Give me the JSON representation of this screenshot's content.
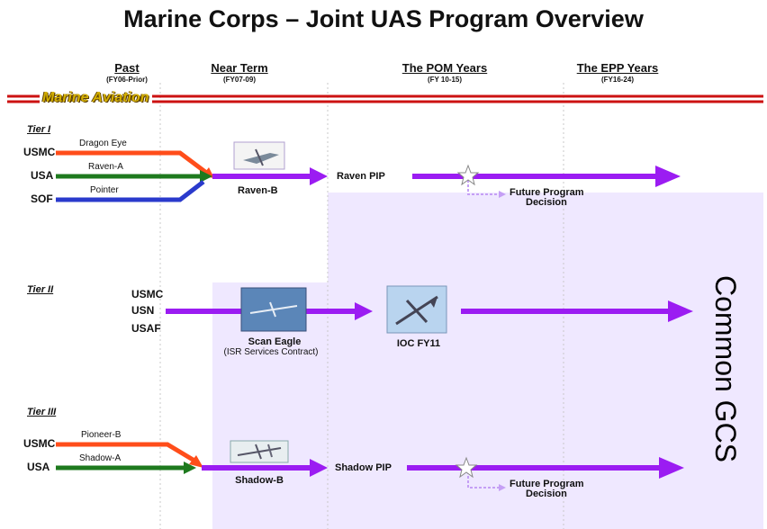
{
  "title": "Marine Corps – Joint UAS Program Overview",
  "columns": [
    {
      "label": "Past",
      "sub": "(FY06-Prior)"
    },
    {
      "label": "Near Term",
      "sub": "(FY07-09)"
    },
    {
      "label": "The POM Years",
      "sub": "(FY 10-15)"
    },
    {
      "label": "The EPP Years",
      "sub": "(FY16-24)"
    }
  ],
  "marine_aviation": "Marine Aviation",
  "tier1": {
    "label": "Tier I",
    "services": [
      "USMC",
      "USA",
      "SOF"
    ],
    "systems": [
      "Dragon Eye",
      "Raven-A",
      "Pointer"
    ],
    "near_term_system": "Raven-B",
    "pip": "Raven PIP",
    "decision_line1": "Future Program",
    "decision_line2": "Decision"
  },
  "tier2": {
    "label": "Tier II",
    "services": [
      "USMC",
      "USN",
      "USAF"
    ],
    "system": "Scan Eagle",
    "contract": "(ISR Services Contract)",
    "ioc": "IOC FY11"
  },
  "tier3": {
    "label": "Tier III",
    "services": [
      "USMC",
      "USA"
    ],
    "systems": [
      "Pioneer-B",
      "Shadow-A"
    ],
    "near_term_system": "Shadow-B",
    "pip": "Shadow PIP",
    "decision_line1": "Future Program",
    "decision_line2": "Decision"
  },
  "common_gcs": "Common GCS",
  "colors": {
    "purple": "#9b1cf2",
    "region": "#efe8ff",
    "red": "#cc1111",
    "orange": "#ff4d1a",
    "green": "#1e7a1e",
    "blue": "#2a3acc",
    "gold": "#d4b000",
    "decision_dash": "#c59ff5"
  },
  "icons": [
    "star-icon",
    "uav-photo-icon"
  ]
}
